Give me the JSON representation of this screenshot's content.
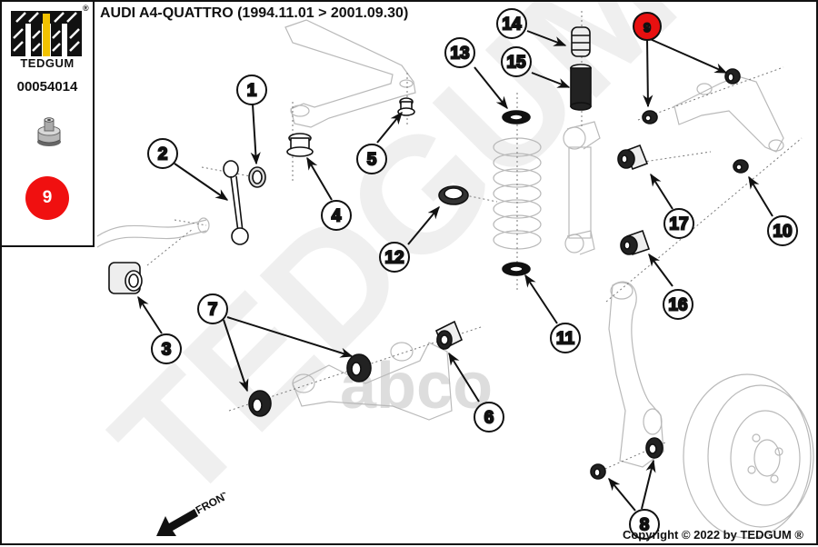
{
  "header": {
    "title": "AUDI A4-QUATTRO (1994.11.01 > 2001.09.30)"
  },
  "panel": {
    "brand": "TEDGUM",
    "registered_mark": "®",
    "part_number": "00054014",
    "thumbnail_icon": "bushing-icon",
    "selected_position": "9",
    "selected_color": "#f01010"
  },
  "watermarks": {
    "brand": "TEDGUM",
    "distributor": "abco"
  },
  "front_indicator": {
    "label": "FRONT",
    "icon": "arrow-down-left-icon"
  },
  "footer": {
    "copyright": "Copyright © 2022 by TEDGUM ®"
  },
  "callouts": [
    {
      "number": "1",
      "part": "stabilizer link bushing"
    },
    {
      "number": "2",
      "part": "stabilizer link"
    },
    {
      "number": "3",
      "part": "stabilizer bar bushing"
    },
    {
      "number": "4",
      "part": "subframe mount bushing"
    },
    {
      "number": "5",
      "part": "subframe mount bushing"
    },
    {
      "number": "6",
      "part": "lower arm bushing"
    },
    {
      "number": "7",
      "part": "lower arm bushing"
    },
    {
      "number": "8",
      "part": "knuckle bushing"
    },
    {
      "number": "9",
      "part": "upper arm bushing",
      "highlighted": true
    },
    {
      "number": "10",
      "part": "upper arm bushing"
    },
    {
      "number": "11",
      "part": "lower spring seat"
    },
    {
      "number": "12",
      "part": "strut bearing"
    },
    {
      "number": "13",
      "part": "upper spring seat"
    },
    {
      "number": "14",
      "part": "bump stop"
    },
    {
      "number": "15",
      "part": "dust boot"
    },
    {
      "number": "16",
      "part": "shock absorber bushing"
    },
    {
      "number": "17",
      "part": "shock absorber bushing"
    }
  ]
}
